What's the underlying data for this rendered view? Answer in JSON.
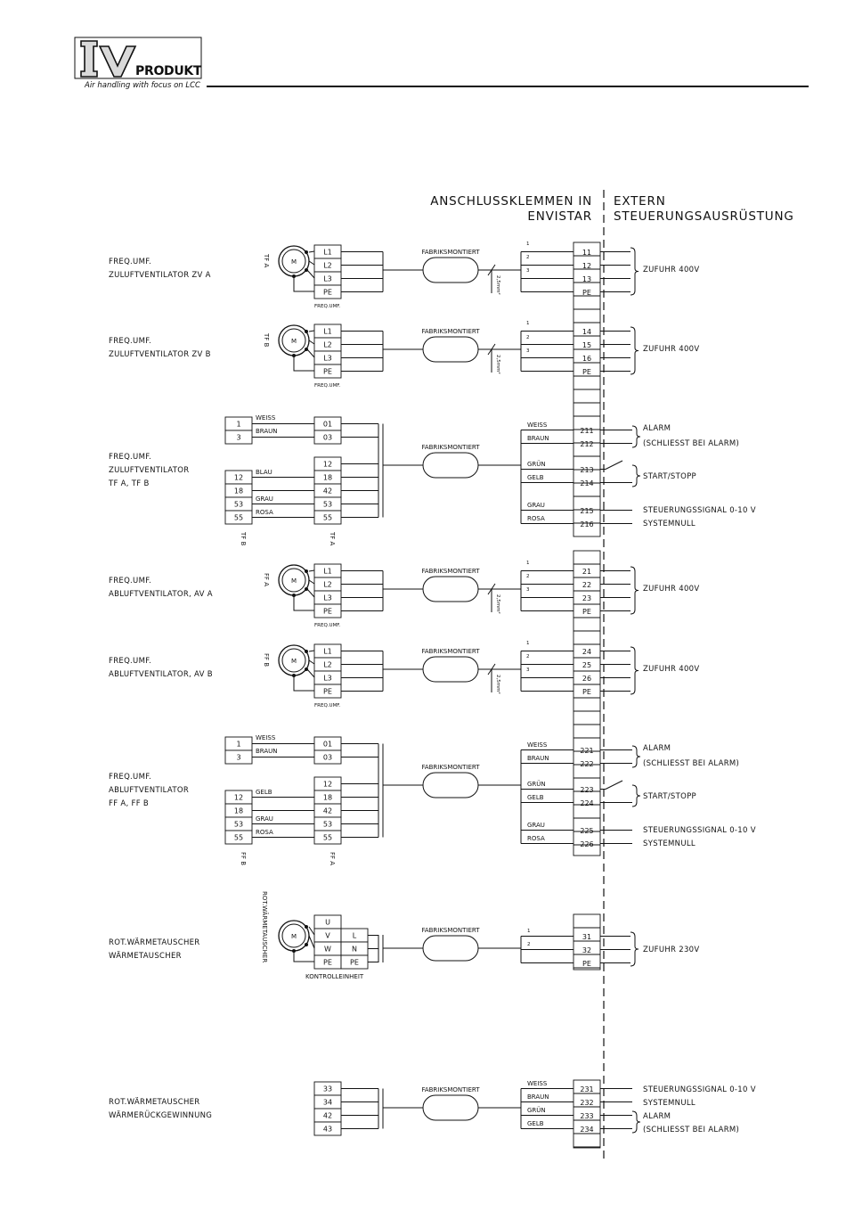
{
  "header": {
    "logo": {
      "mark": "IV",
      "name": "PRODUKT"
    },
    "tagline": "Air handling with focus on LCC"
  },
  "columns": {
    "left": [
      "ANSCHLUSSKLEMMEN IN",
      "ENVISTAR"
    ],
    "right": [
      "EXTERN",
      "STEUERUNGSAUSRÜSTUNG"
    ]
  },
  "common": {
    "factory": "FABRIKSMONTIERT",
    "cable": "2,5mm²",
    "motor": "M",
    "frequ": "FREQ.UMF.",
    "pe": "PE"
  },
  "power_sections": [
    {
      "label1": "FREQ.UMF.",
      "label2": "ZULUFTVENTILATOR ZV A",
      "vert": "TF A",
      "terms": [
        "L1",
        "L2",
        "L3",
        "PE"
      ],
      "tb": [
        "11",
        "12",
        "13",
        "PE"
      ],
      "supply": "ZUFUHR 400V"
    },
    {
      "label1": "FREQ.UMF.",
      "label2": "ZULUFTVENTILATOR ZV B",
      "vert": "TF B",
      "terms": [
        "L1",
        "L2",
        "L3",
        "PE"
      ],
      "tb": [
        "14",
        "15",
        "16",
        "PE"
      ],
      "supply": "ZUFUHR 400V"
    },
    {
      "label1": "FREQ.UMF.",
      "label2": "ABLUFTVENTILATOR, AV A",
      "vert": "FF A",
      "terms": [
        "L1",
        "L2",
        "L3",
        "PE"
      ],
      "tb": [
        "21",
        "22",
        "23",
        "PE"
      ],
      "supply": "ZUFUHR 400V"
    },
    {
      "label1": "FREQ.UMF.",
      "label2": "ABLUFTVENTILATOR, AV B",
      "vert": "FF B",
      "terms": [
        "L1",
        "L2",
        "L3",
        "PE"
      ],
      "tb": [
        "24",
        "25",
        "26",
        "PE"
      ],
      "supply": "ZUFUHR 400V"
    }
  ],
  "control_sections": [
    {
      "labels": [
        "FREQ.UMF.",
        "ZULUFTVENTILATOR",
        "TF A, TF B"
      ],
      "left_top": [
        "1",
        "3"
      ],
      "left_bottom": [
        "12",
        "18",
        "53",
        "55"
      ],
      "mid_top": [
        "01",
        "03"
      ],
      "mid_bottom": [
        "12",
        "18",
        "42",
        "53",
        "55"
      ],
      "colors_top": [
        "WEISS",
        "BRAUN"
      ],
      "colors_bottom": [
        "BLAU",
        "GRAU",
        "ROSA"
      ],
      "vert_left": "TF B",
      "vert_mid": "TF A",
      "right_colors": [
        "WEISS",
        "BRAUN",
        "GRÜN",
        "GELB",
        "GRAU",
        "ROSA"
      ],
      "tb": [
        "211",
        "212",
        "213",
        "214",
        "215",
        "216"
      ],
      "ext_alarm": "ALARM",
      "ext_alarm2": "(SCHLIESST BEI ALARM)",
      "ext_start": "START/STOPP",
      "ext_signal": "STEUERUNGSSIGNAL 0-10 V",
      "ext_null": "SYSTEMNULL"
    },
    {
      "labels": [
        "FREQ.UMF.",
        "ABLUFTVENTILATOR",
        "FF A, FF B"
      ],
      "left_top": [
        "1",
        "3"
      ],
      "left_bottom": [
        "12",
        "18",
        "53",
        "55"
      ],
      "mid_top": [
        "01",
        "03"
      ],
      "mid_bottom": [
        "12",
        "18",
        "42",
        "53",
        "55"
      ],
      "colors_top": [
        "WEISS",
        "BRAUN"
      ],
      "colors_bottom": [
        "GELB",
        "GRAU",
        "ROSA"
      ],
      "vert_left": "FF B",
      "vert_mid": "FF A",
      "right_colors": [
        "WEISS",
        "BRAUN",
        "GRÜN",
        "GELB",
        "GRAU",
        "ROSA"
      ],
      "tb": [
        "221",
        "222",
        "223",
        "224",
        "225",
        "226"
      ],
      "ext_alarm": "ALARM",
      "ext_alarm2": "(SCHLIESST BEI ALARM)",
      "ext_start": "START/STOPP",
      "ext_signal": "STEUERUNGSSIGNAL 0-10 V",
      "ext_null": "SYSTEMNULL"
    }
  ],
  "rot_power": {
    "label1": "ROT.WÄRMETAUSCHER",
    "label2": "WÄRMETAUSCHER",
    "vert": "ROT.WÄRMETAUSCHER",
    "terms_a": [
      "U",
      "V",
      "W",
      "PE"
    ],
    "terms_b": [
      "L",
      "N",
      "PE"
    ],
    "unit": "KONTROLLEINHEIT",
    "wires": [
      "1",
      "2"
    ],
    "tb": [
      "31",
      "32",
      "PE"
    ],
    "supply": "ZUFUHR 230V"
  },
  "rot_control": {
    "label1": "ROT.WÄRMETAUSCHER",
    "label2": "WÄRMERÜCKGEWINNUNG",
    "terms": [
      "33",
      "34",
      "42",
      "43"
    ],
    "colors": [
      "WEISS",
      "BRAUN",
      "GRÜN",
      "GELB"
    ],
    "tb": [
      "231",
      "232",
      "233",
      "234"
    ],
    "ext": [
      "STEUERUNGSSIGNAL 0-10 V",
      "SYSTEMNULL",
      "ALARM",
      "(SCHLIESST BEI ALARM)"
    ]
  }
}
